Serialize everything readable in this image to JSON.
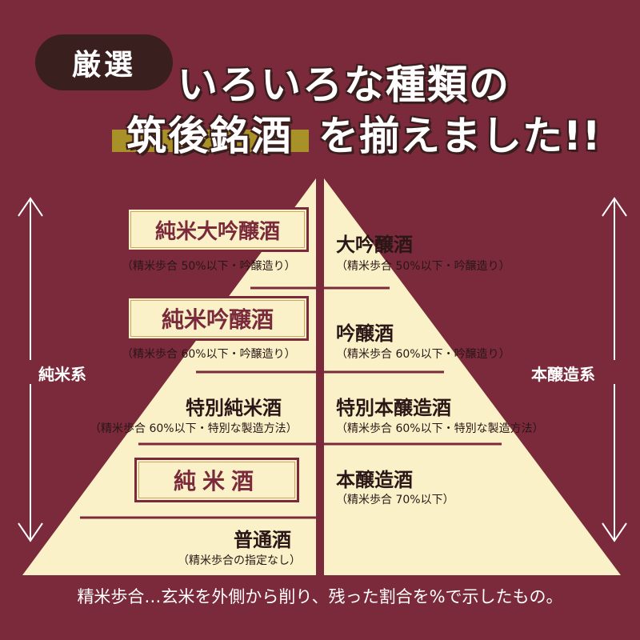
{
  "header": {
    "badge": "厳選",
    "line1": "いろいろな種類の",
    "line2_highlight": "筑後銘酒",
    "line2_rest": "を揃えました!!"
  },
  "left_tiers": [
    {
      "title": "純米大吟醸酒",
      "sub": "（精米歩合 50%以下・吟醸造り）"
    },
    {
      "title": "純米吟醸酒",
      "sub": "（精米歩合 60%以下・吟醸造り）"
    },
    {
      "title": "特別純米酒",
      "sub": "（精米歩合 60%以下・特別な製造方法）"
    },
    {
      "title": "純米酒",
      "sub": ""
    },
    {
      "title": "普通酒",
      "sub": "（精米歩合の指定なし）"
    }
  ],
  "right_tiers": [
    {
      "title": "大吟醸酒",
      "sub": "（精米歩合 50%以下・吟醸造り）"
    },
    {
      "title": "吟醸酒",
      "sub": "（精米歩合 60%以下・吟醸造り）"
    },
    {
      "title": "特別本醸造酒",
      "sub": "（精米歩合 60%以下・特別な製造方法）"
    },
    {
      "title": "本醸造酒",
      "sub": "（精米歩合 70%以下）"
    }
  ],
  "side_labels": {
    "left": "純米系",
    "right": "本醸造系"
  },
  "footer": "精米歩合…玄米を外側から削り、残った割合を%で示したもの。",
  "colors": {
    "background": "#7a2a3a",
    "pyramid": "#fbf1c8",
    "badge": "#3a1f1f",
    "highlight_bar": "#a89228"
  }
}
